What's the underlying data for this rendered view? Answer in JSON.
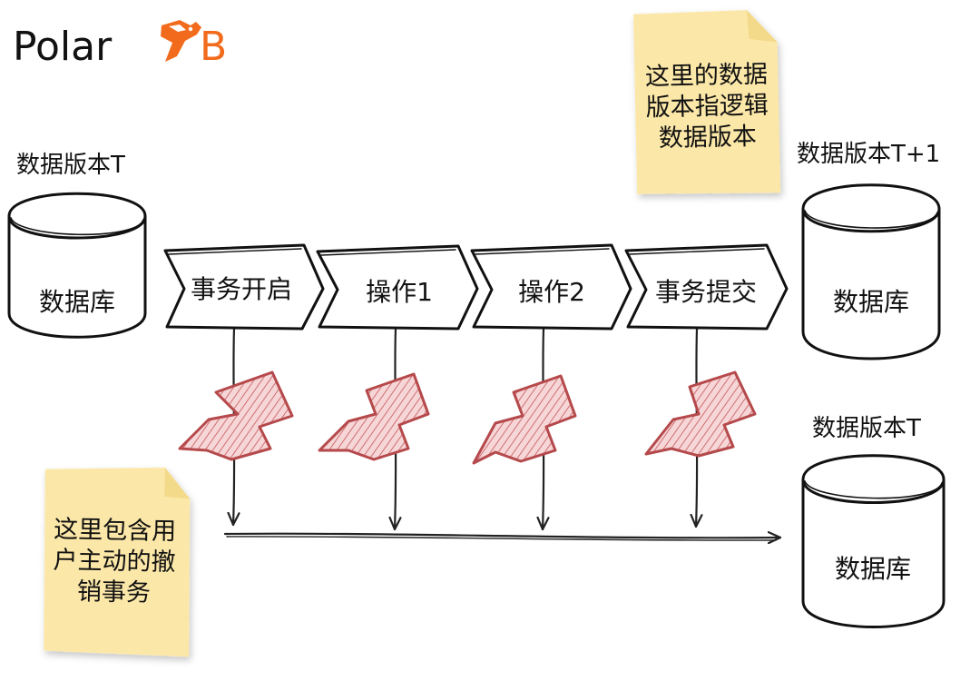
{
  "logo": {
    "text_before": "Polar",
    "text_after": "B",
    "brand_color": "#f26b1d"
  },
  "databases": [
    {
      "version_label": "数据版本T",
      "body_label": "数据库"
    },
    {
      "version_label": "数据版本T+1",
      "body_label": "数据库"
    },
    {
      "version_label": "数据版本T",
      "body_label": "数据库"
    }
  ],
  "steps": [
    "事务开启",
    "操作1",
    "操作2",
    "事务提交"
  ],
  "notes": {
    "top_right": [
      "这里的数据",
      "版本指逻辑",
      "数据版本"
    ],
    "bottom_left": [
      "这里包含用",
      "户主动的撤",
      "销事务"
    ]
  },
  "colors": {
    "note_paper": "#fbe7a8",
    "lightning_stroke": "#b5494b",
    "lightning_fill": "#f1c4c6"
  },
  "icons": {
    "database": "cylinder-icon",
    "failure": "lightning-icon"
  }
}
